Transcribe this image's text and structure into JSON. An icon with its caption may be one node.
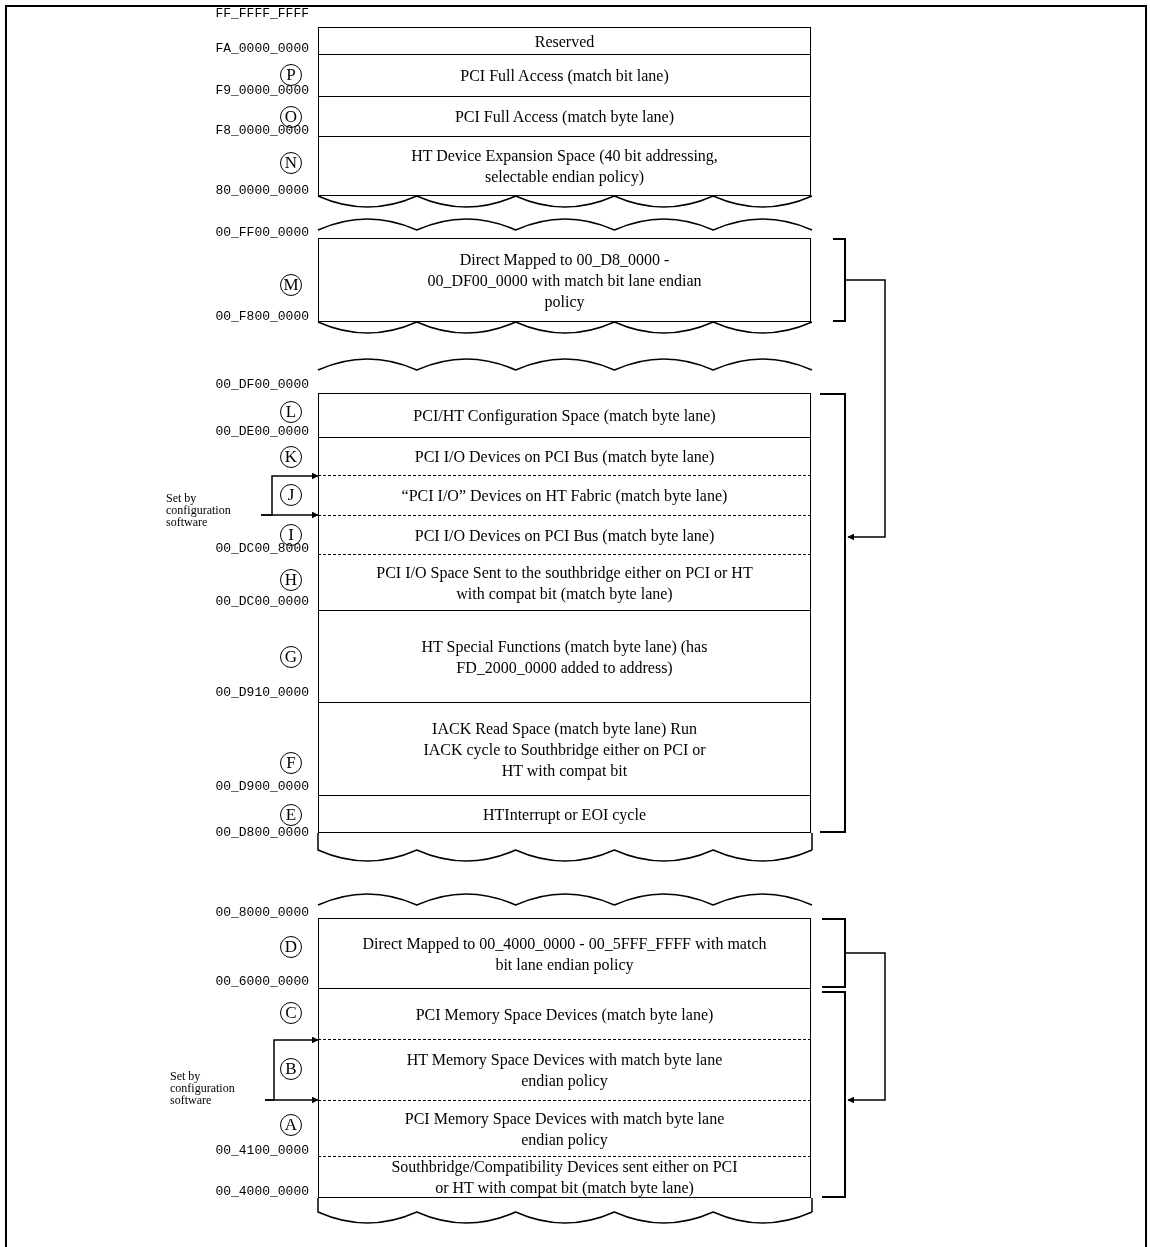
{
  "diagram": {
    "nodes": [
      {
        "text": [
          "Reserved"
        ]
      },
      {
        "text": [
          "P"
        ]
      },
      {
        "text": [
          "PCI Full Access (match bit lane)"
        ]
      },
      {
        "text": [
          "O"
        ]
      },
      {
        "text": [
          "PCI Full Access (match byte lane)"
        ]
      },
      {
        "text": [
          "N"
        ]
      },
      {
        "text": [
          "HT Device Expansion Space (40 bit addressing, selectable endian policy)"
        ]
      },
      {
        "text": [
          "M"
        ]
      },
      {
        "text": [
          "Direct Mapped to 00_D8_0000 - 00_DF00_0000 with match bit lane endian policy"
        ]
      },
      {
        "text": [],
        "shape": "bracket"
      },
      {
        "text": [],
        "shape": "bracket"
      },
      {
        "text": [
          "L"
        ]
      },
      {
        "text": [
          "PCI/HT Configuration Space (match byte lane)"
        ]
      },
      {
        "text": [
          "K"
        ]
      },
      {
        "text": [
          "PCI I/O Devices on PCI Bus (match byte lane)"
        ]
      },
      {
        "text": [
          "J"
        ]
      },
      {
        "text": [
          "“PCI I/O” Devices on HT Fabric (match byte lane)"
        ]
      },
      {
        "text": [
          "Set by configuration software"
        ]
      },
      {
        "text": [
          "I"
        ]
      },
      {
        "text": [
          "PCI I/O Devices on PCI Bus (match byte lane)"
        ]
      },
      {
        "text": [
          "H"
        ]
      },
      {
        "text": [
          "PCI I/O Space Sent to the southbridge either on PCI or HT with compat bit (match byte lane)"
        ]
      },
      {
        "text": [
          "G"
        ]
      },
      {
        "text": [
          "HT Special Functions (match byte lane) (has FD_2000_0000 added to address)"
        ]
      },
      {
        "text": [
          "F"
        ]
      },
      {
        "text": [
          "IACK Read Space (match byte lane) Run IACK cycle to Southbridge either on PCI or HT with compat bit"
        ]
      },
      {
        "text": [
          "E"
        ]
      },
      {
        "text": [
          "HTInterrupt or EOI cycle"
        ]
      },
      {
        "text": [
          "D"
        ]
      },
      {
        "text": [
          "Direct Mapped to 00_4000_0000 - 00_5FFF_FFFF with match bit lane endian policy"
        ]
      },
      {
        "text": [],
        "shape": "bracket"
      },
      {
        "text": [],
        "shape": "bracket"
      },
      {
        "text": [
          "C"
        ]
      },
      {
        "text": [
          "PCI Memory Space Devices (match byte lane)"
        ]
      },
      {
        "text": [
          "B"
        ]
      },
      {
        "text": [
          "HT Memory Space Devices with match byte lane endian policy"
        ]
      },
      {
        "text": [
          "Set by configuration software"
        ]
      },
      {
        "text": [
          "A"
        ]
      },
      {
        "text": [
          "PCI Memory Space Devices with match byte lane endian policy"
        ]
      },
      {
        "text": [
          "Southbridge/Compatibility Devices sent either on PCI or HT with compat bit (match byte lane)"
        ]
      }
    ],
    "edges": [
      {
        "from": 9,
        "to": 10,
        "arrow": "to"
      },
      {
        "from": 17,
        "to": 19,
        "arrow": "to"
      },
      {
        "from": 17,
        "to": 16,
        "arrow": "to"
      },
      {
        "from": 30,
        "to": 31,
        "arrow": "to"
      },
      {
        "from": 36,
        "to": 38,
        "arrow": "to"
      },
      {
        "from": 36,
        "to": 35,
        "arrow": "to"
      }
    ],
    "labels": [
      "FF_FFFF_FFFF",
      "FA_0000_0000",
      "F9_0000_0000",
      "F8_0000_0000",
      "80_0000_0000",
      "00_FF00_0000",
      "00_F800_0000",
      "00_DF00_0000",
      "00_DE00_0000",
      "00_DC00_8000",
      "00_DC00_0000",
      "00_D910_0000",
      "00_D900_0000",
      "00_D800_0000",
      "00_8000_0000",
      "00_6000_0000",
      "00_4100_0000",
      "00_4000_0000"
    ]
  }
}
